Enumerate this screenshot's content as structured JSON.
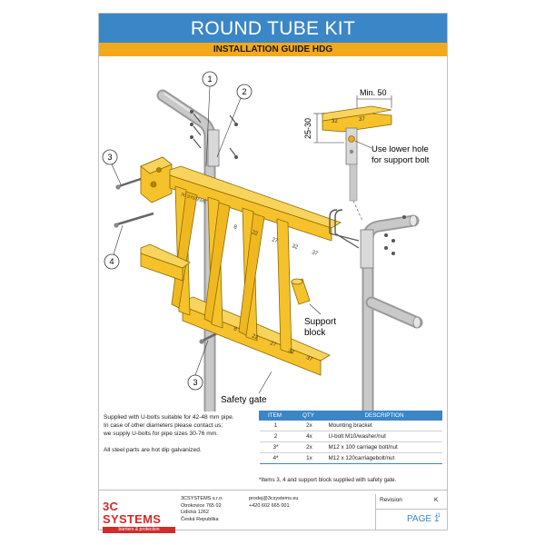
{
  "header": {
    "title": "ROUND TUBE KIT",
    "subtitle": "INSTALLATION GUIDE HDG"
  },
  "drawing": {
    "callouts": [
      "1",
      "2",
      "3",
      "4",
      "3"
    ],
    "gate_markings": [
      "8",
      "22",
      "27",
      "32",
      "37"
    ],
    "gate_lower_markings": [
      "8",
      "22",
      "27",
      "32",
      "37"
    ],
    "gate_label": "3C SYSTEMS",
    "detail_markings": [
      "32",
      "37"
    ],
    "dimension_min": "Min. 50",
    "dimension_height": "25-30",
    "note_lower_hole_1": "Use lower hole",
    "note_lower_hole_2": "for support bolt",
    "label_support_1": "Support",
    "label_support_2": "block",
    "label_safety_gate": "Safety gate"
  },
  "notes": {
    "line1": "Supplied with U-bolts suitable for 42-48 mm pipe.",
    "line2": "In case of other diameters please contact us;",
    "line3": "we supply U-bolts for pipe sizes 30-76 mm.",
    "line4": "All steel parts are hot dip galvanized."
  },
  "parts_table": {
    "headers": [
      "ITEM",
      "QTY",
      "DESCRIPTION"
    ],
    "rows": [
      [
        "1",
        "2x",
        "Mounting bracket"
      ],
      [
        "2",
        "4x",
        "U-bolt M10/washer/nut"
      ],
      [
        "3*",
        "2x",
        "M12 x 100 carriage bolt/nut"
      ],
      [
        "4*",
        "1x",
        "M12 x 120carriagebolt/nut"
      ]
    ],
    "footnote": "*Items 3, 4 and support block supplied with safety gate."
  },
  "footer": {
    "logo": "3C SYSTEMS",
    "tagline": "barriers & protection",
    "company": "3CSYSTEMS s.r.o.",
    "street": "Otrokovice 765 02",
    "street2": "Lidická 1262",
    "country": "Česká Republika",
    "email": "prodej@3csystems.eu",
    "phone": "+420 602 665 001",
    "revision_label": "Revision",
    "revision_value": "K",
    "page_label": "PAGE 1",
    "page_total": "|1"
  },
  "colors": {
    "header_blue": "#3b86c6",
    "accent_orange": "#f3a91c",
    "gate_yellow": "#f6c22c",
    "brand_red": "#d12c2c"
  }
}
